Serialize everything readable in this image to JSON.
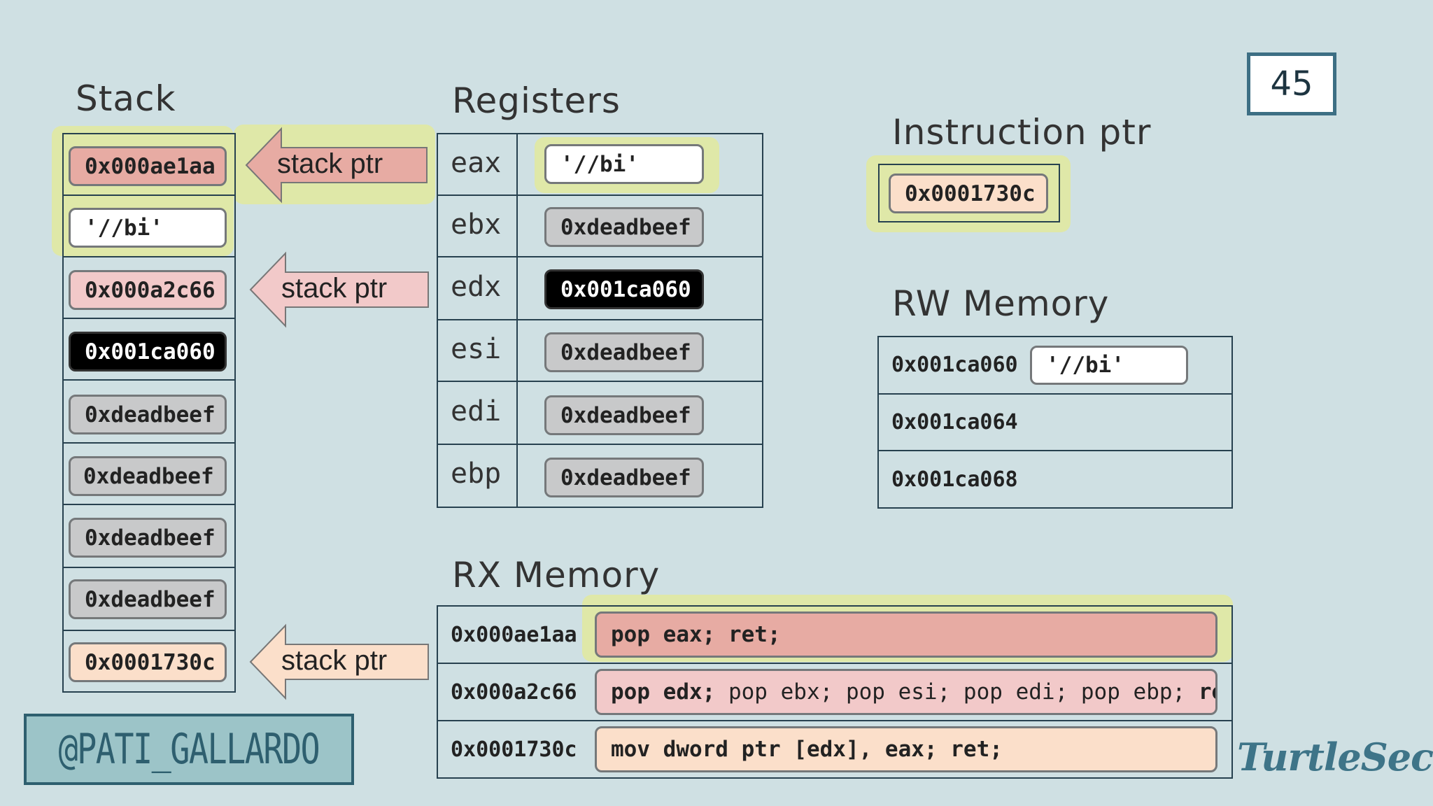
{
  "slide_number": "45",
  "stack": {
    "title": "Stack",
    "cells": [
      {
        "value": "0x000ae1aa"
      },
      {
        "value": "'//bi'"
      },
      {
        "value": "0x000a2c66"
      },
      {
        "value": "0x001ca060"
      },
      {
        "value": "0xdeadbeef"
      },
      {
        "value": "0xdeadbeef"
      },
      {
        "value": "0xdeadbeef"
      },
      {
        "value": "0xdeadbeef"
      },
      {
        "value": "0x0001730c"
      }
    ],
    "pointer_label": "stack ptr"
  },
  "registers": {
    "title": "Registers",
    "rows": [
      {
        "name": "eax",
        "value": "'//bi'"
      },
      {
        "name": "ebx",
        "value": "0xdeadbeef"
      },
      {
        "name": "edx",
        "value": "0x001ca060"
      },
      {
        "name": "esi",
        "value": "0xdeadbeef"
      },
      {
        "name": "edi",
        "value": "0xdeadbeef"
      },
      {
        "name": "ebp",
        "value": "0xdeadbeef"
      }
    ]
  },
  "instruction_ptr": {
    "title": "Instruction ptr",
    "value": "0x0001730c"
  },
  "rw_memory": {
    "title": "RW Memory",
    "rows": [
      {
        "address": "0x001ca060",
        "value": "'//bi'"
      },
      {
        "address": "0x001ca064",
        "value": ""
      },
      {
        "address": "0x001ca068",
        "value": ""
      }
    ]
  },
  "rx_memory": {
    "title": "RX Memory",
    "rows": [
      {
        "address": "0x000ae1aa",
        "instr": [
          {
            "t": "pop eax; ret;",
            "b": true
          }
        ]
      },
      {
        "address": "0x000a2c66",
        "instr": [
          {
            "t": "pop edx;",
            "b": true
          },
          {
            "t": " pop ebx; pop esi; pop edi; pop ebp; ",
            "b": false
          },
          {
            "t": "ret;",
            "b": true
          }
        ]
      },
      {
        "address": "0x0001730c",
        "instr": [
          {
            "t": "mov dword ptr [edx], eax; ret;",
            "b": true
          }
        ]
      }
    ]
  },
  "author_handle": "@PATI_GALLARDO",
  "brand": "TurtleSec",
  "colors": {
    "background": "#cfe0e3",
    "highlight": "#dfe8a8",
    "line": "#27414f",
    "salmon": "#e7aba3",
    "pink": "#f2c9c9",
    "peach": "#fbdfca",
    "gray": "#c8c9ca"
  }
}
